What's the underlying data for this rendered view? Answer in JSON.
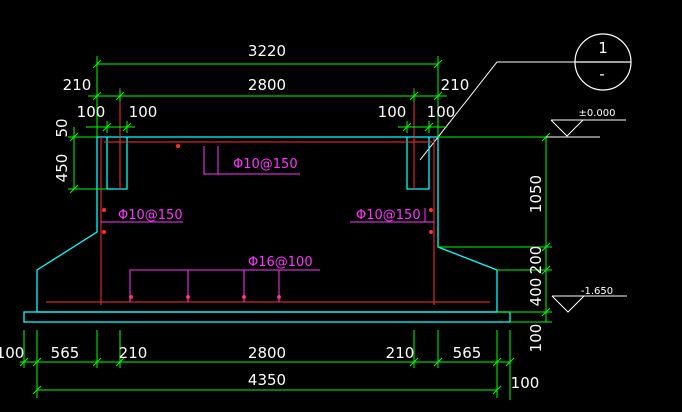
{
  "colors": {
    "background": "#000000",
    "dimension": "#00ff00",
    "concrete": "#00ffff",
    "rebar": "#ff3030",
    "stirrup": "#ff33ff",
    "leader": "#ffffff",
    "text": "#ffffff"
  },
  "dimensions": {
    "overall_top": "3220",
    "top_side_left": "210",
    "top_mid": "2800",
    "top_side_right": "210",
    "wall_left_a": "100",
    "wall_left_b": "100",
    "wall_right_a": "100",
    "wall_right_b": "100",
    "left_50": "50",
    "left_450": "450",
    "right_1050": "1050",
    "right_200": "200",
    "right_400": "400",
    "right_100": "100",
    "bottom_100_left": "100",
    "bottom_565_left": "565",
    "bottom_210_left": "210",
    "bottom_2800": "2800",
    "bottom_210_right": "210",
    "bottom_565_right": "565",
    "overall_bottom": "4350",
    "bottom_100_right": "100"
  },
  "rebar_notes": {
    "top_slab": "Φ10@150",
    "left_wall": "Φ10@150",
    "right_wall": "Φ10@150",
    "bottom_slab": "Φ16@100"
  },
  "elevations": {
    "top": "±0.000",
    "bottom": "-1.650"
  },
  "section_marker": {
    "number": "1",
    "sheet": "-"
  }
}
